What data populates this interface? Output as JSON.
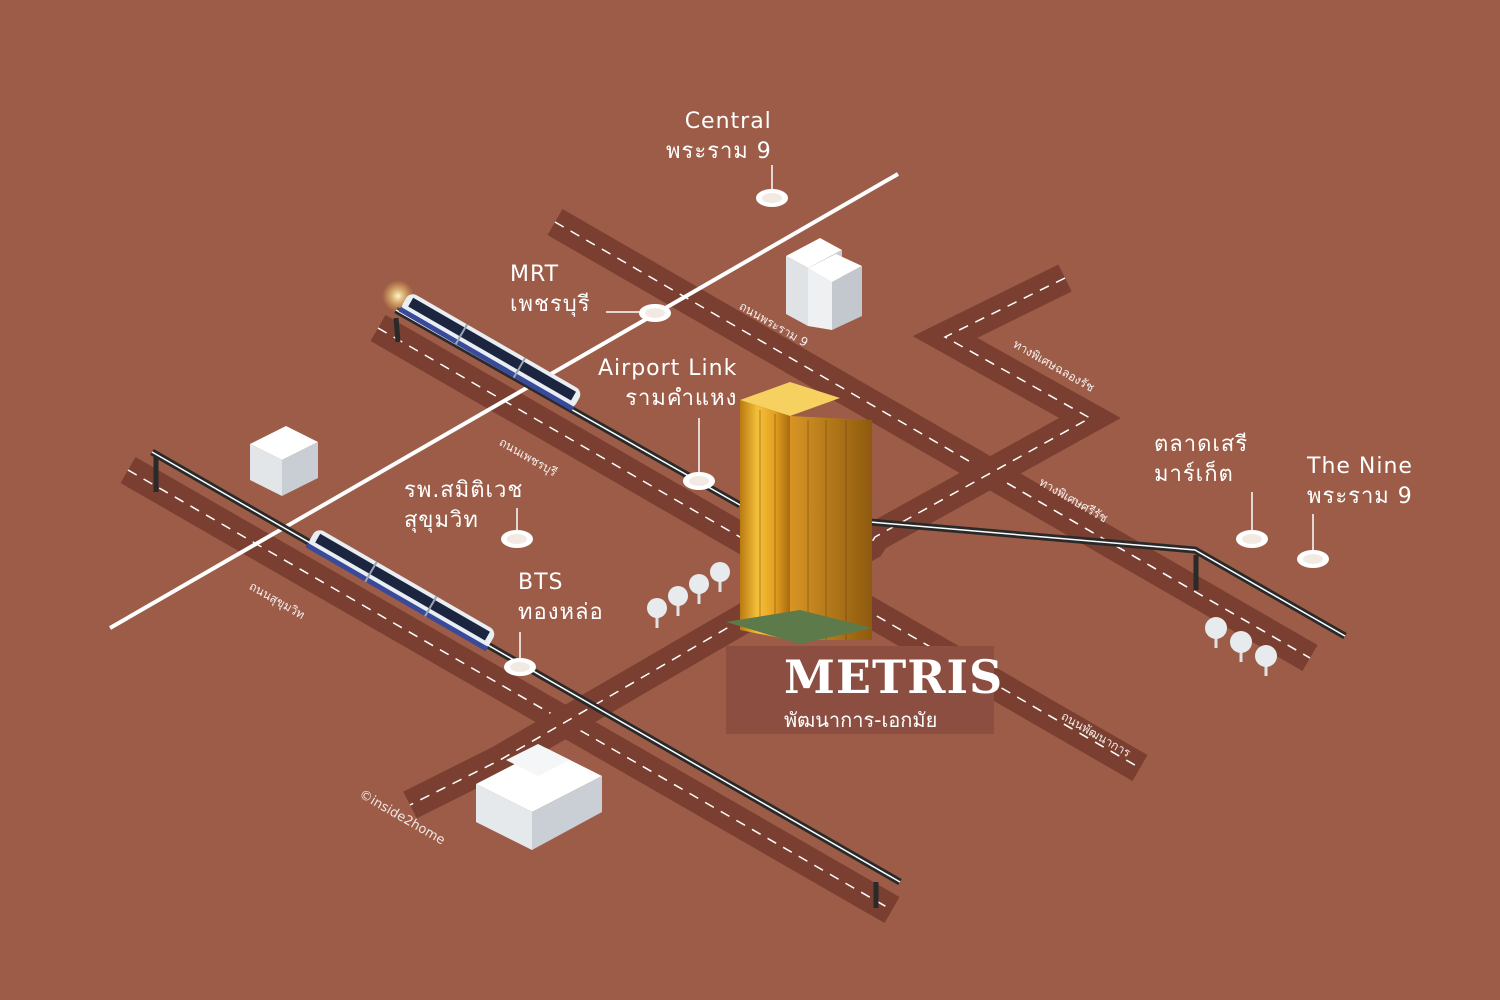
{
  "colors": {
    "background": "#9c5c48",
    "road": "#7a3f30",
    "rail_line": "#ffffff",
    "elevated_track": "#2a2a2a",
    "building_gold": "#e8a722",
    "label_box": "#8c4e40",
    "text": "#ffffff"
  },
  "project": {
    "name": "METRIS",
    "subtitle": "พัฒนาการ-เอกมัย"
  },
  "landmarks": [
    {
      "id": "central",
      "line1": "Central",
      "line2": "พระราม 9"
    },
    {
      "id": "mrt",
      "line1": "MRT",
      "line2": "เพชรบุรี"
    },
    {
      "id": "airport-link",
      "line1": "Airport Link",
      "line2": "รามคำแหง"
    },
    {
      "id": "hospital",
      "line1": "รพ.สมิติเวช",
      "line2": "สุขุมวิท"
    },
    {
      "id": "bts",
      "line1": "BTS",
      "line2": "ทองหล่อ"
    },
    {
      "id": "talad",
      "line1": "ตลาดเสรี",
      "line2": "มาร์เก็ต"
    },
    {
      "id": "the-nine",
      "line1": "The Nine",
      "line2": "พระราม 9"
    }
  ],
  "roads": {
    "rama9": "ถนนพระราม 9",
    "chalong": "ทางพิเศษฉลองรัช",
    "petchaburi": "ถนนเพชรบุรี",
    "sirat": "ทางพิเศษศรีรัช",
    "sukhumvit": "ถนนสุขุมวิท",
    "pattanakarn": "ถนนพัฒนาการ"
  },
  "credit": "©inside2home",
  "icons": {
    "train": "sky-train-icon",
    "tree": "tree-icon",
    "office": "office-building-icon",
    "marker": "location-marker-icon"
  }
}
